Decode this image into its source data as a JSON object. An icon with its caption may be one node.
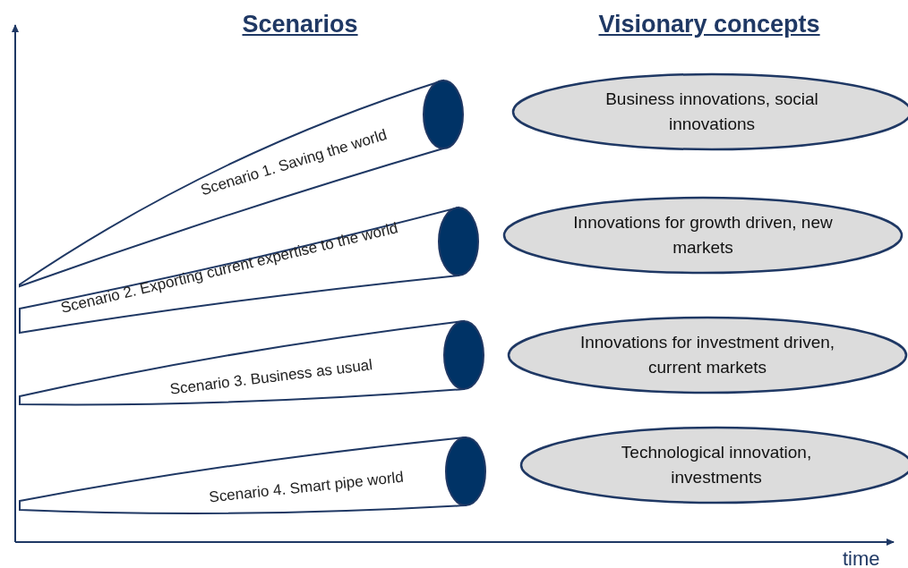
{
  "diagram": {
    "nodes": [
      {
        "text": [
          "Scenario 1. Saving the world"
        ]
      },
      {
        "text": [
          "Business innovations, social innovations"
        ]
      },
      {
        "text": [
          "Scenario 2. Exporting current expertise to the world"
        ]
      },
      {
        "text": [
          "Innovations for growth driven, new markets"
        ]
      },
      {
        "text": [
          "Scenario 3. Business as usual"
        ]
      },
      {
        "text": [
          "Innovations for investment driven, current markets"
        ]
      },
      {
        "text": [
          "Scenario 4. Smart pipe world"
        ]
      },
      {
        "text": [
          "Technological innovation, investments"
        ]
      }
    ],
    "labels": [
      "Scenarios",
      "Visionary concepts",
      "time"
    ]
  }
}
